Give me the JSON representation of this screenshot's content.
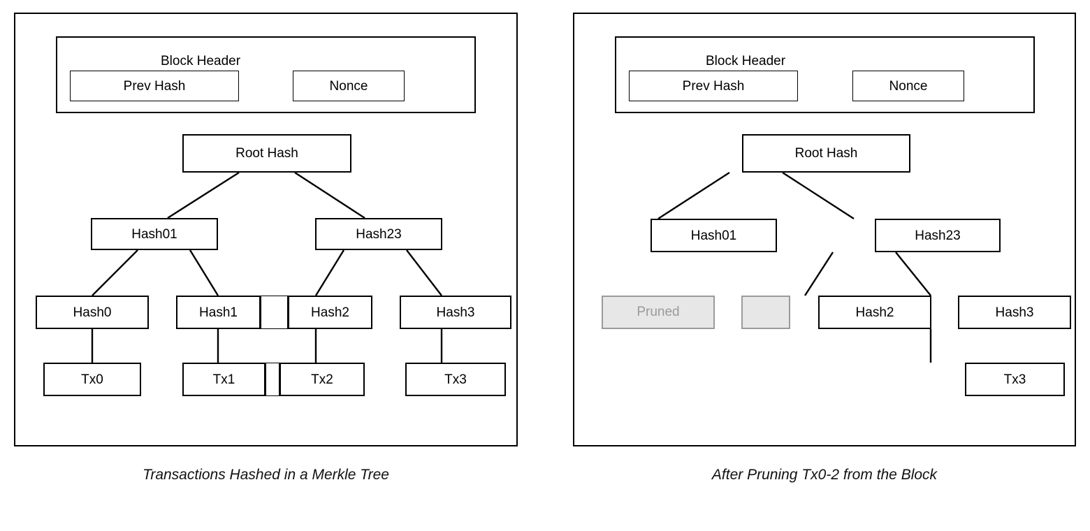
{
  "figure": {
    "title_left": "Transactions Hashed in a Merkle Tree",
    "title_right": "After Pruning Tx0-2 from the Block",
    "colors": {
      "stroke": "#000000",
      "background": "#ffffff",
      "pruned_fill": "#e7e7e7",
      "pruned_border": "#9a9a9a",
      "pruned_text": "#9a9a9a"
    }
  },
  "left_panel": {
    "block_header": {
      "label": "Block Header",
      "prev_hash": "Prev Hash",
      "nonce": "Nonce"
    },
    "root": "Root Hash",
    "level1": [
      "Hash01",
      "Hash23"
    ],
    "level2": [
      "Hash0",
      "Hash1",
      "Hash2",
      "Hash3"
    ],
    "level3": [
      "Tx0",
      "Tx1",
      "Tx2",
      "Tx3"
    ],
    "spacer_hash": "",
    "spacer_tx": "",
    "caption": "Transactions Hashed in a Merkle Tree"
  },
  "right_panel": {
    "block_header": {
      "label": "Block Header",
      "prev_hash": "Prev Hash",
      "nonce": "Nonce"
    },
    "root": "Root Hash",
    "level1": [
      "Hash01",
      "Hash23"
    ],
    "level2": [
      "Hash2",
      "Hash3"
    ],
    "level3": [
      "Tx3"
    ],
    "pruned": {
      "label": "Pruned",
      "stub_label": ""
    },
    "caption": "After Pruning Tx0-2 from the Block"
  }
}
